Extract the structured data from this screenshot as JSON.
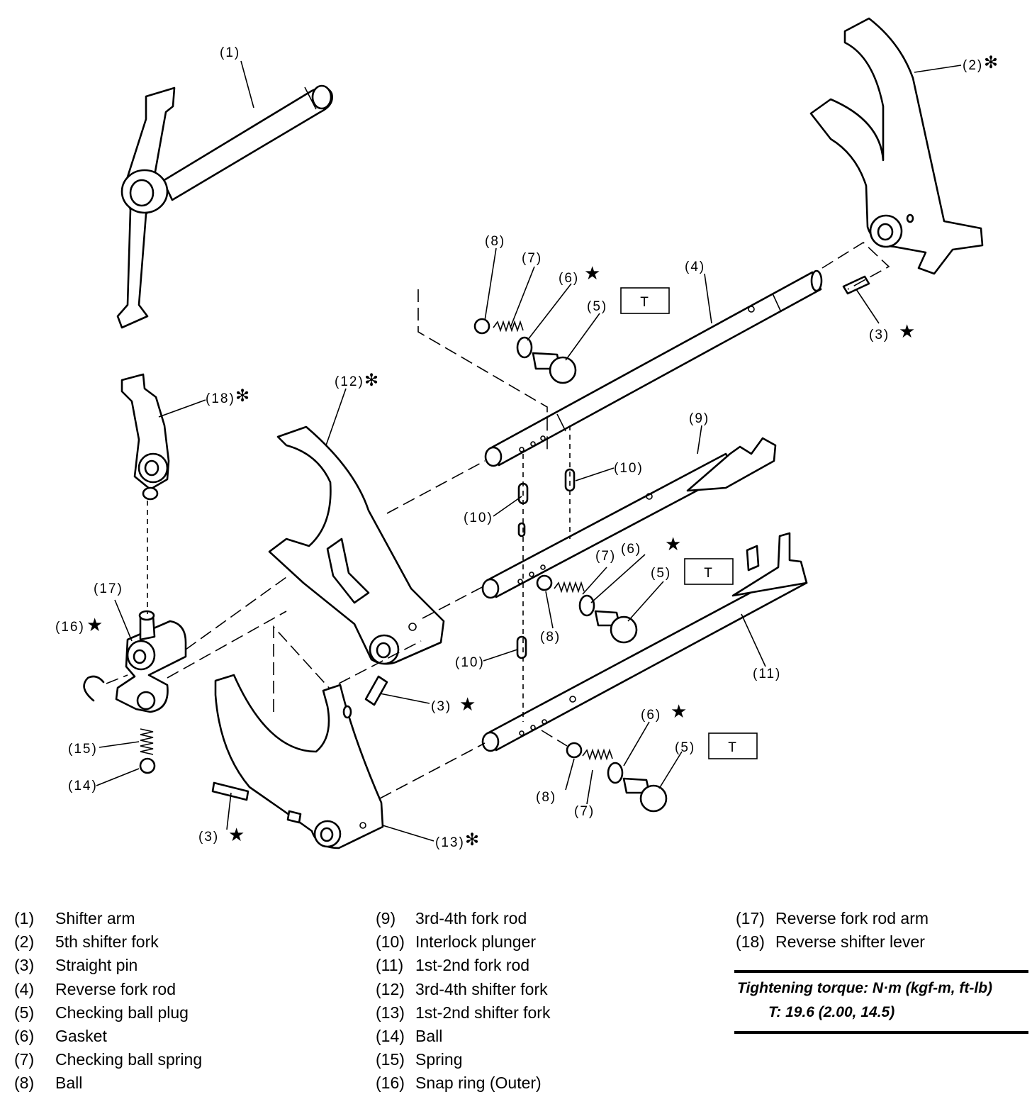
{
  "callouts": {
    "c1": "(1)",
    "c2": "(2)",
    "c3a": "(3)",
    "c3b": "(3)",
    "c3c": "(3)",
    "c4": "(4)",
    "c5a": "(5)",
    "c5b": "(5)",
    "c5c": "(5)",
    "c6a": "(6)",
    "c6b": "(6)",
    "c6c": "(6)",
    "c7a": "(7)",
    "c7b": "(7)",
    "c7c": "(7)",
    "c8a": "(8)",
    "c8b": "(8)",
    "c8c": "(8)",
    "c9": "(9)",
    "c10a": "(10)",
    "c10b": "(10)",
    "c10c": "(10)",
    "c11": "(11)",
    "c12": "(12)",
    "c13": "(13)",
    "c14": "(14)",
    "c15": "(15)",
    "c16": "(16)",
    "c17": "(17)",
    "c18": "(18)",
    "torque_mark": "T",
    "star_symbol": "★",
    "asterisk_symbol": "✻"
  },
  "legend": [
    {
      "num": "(1)",
      "name": "Shifter arm"
    },
    {
      "num": "(2)",
      "name": "5th shifter fork"
    },
    {
      "num": "(3)",
      "name": "Straight pin"
    },
    {
      "num": "(4)",
      "name": "Reverse fork rod"
    },
    {
      "num": "(5)",
      "name": "Checking ball plug"
    },
    {
      "num": "(6)",
      "name": "Gasket"
    },
    {
      "num": "(7)",
      "name": "Checking ball spring"
    },
    {
      "num": "(8)",
      "name": "Ball"
    },
    {
      "num": "(9)",
      "name": "3rd-4th fork rod"
    },
    {
      "num": "(10)",
      "name": "Interlock plunger"
    },
    {
      "num": "(11)",
      "name": "1st-2nd fork rod"
    },
    {
      "num": "(12)",
      "name": "3rd-4th shifter fork"
    },
    {
      "num": "(13)",
      "name": "1st-2nd shifter fork"
    },
    {
      "num": "(14)",
      "name": "Ball"
    },
    {
      "num": "(15)",
      "name": "Spring"
    },
    {
      "num": "(16)",
      "name": "Snap ring (Outer)"
    },
    {
      "num": "(17)",
      "name": "Reverse fork rod arm"
    },
    {
      "num": "(18)",
      "name": "Reverse shifter lever"
    }
  ],
  "torque": {
    "title": "Tightening torque: N·m (kgf-m, ft-lb)",
    "value": "T: 19.6 (2.00, 14.5)"
  }
}
